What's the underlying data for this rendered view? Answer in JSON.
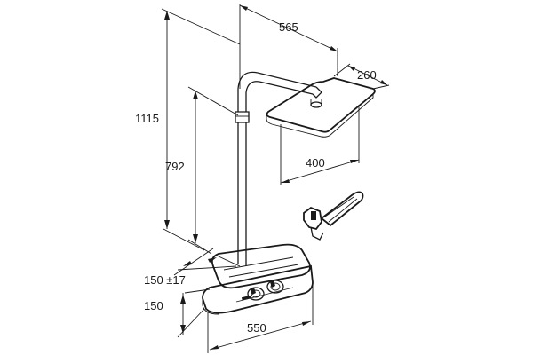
{
  "dimensions": {
    "width_top": "565",
    "head_depth": "260",
    "total_height": "1115",
    "thermostat_height": "792",
    "head_width": "400",
    "wall_offset": "150 ±17",
    "base_depth": "150",
    "base_width": "550"
  },
  "colors": {
    "ink": "#1a1a1a",
    "background": "#ffffff"
  }
}
